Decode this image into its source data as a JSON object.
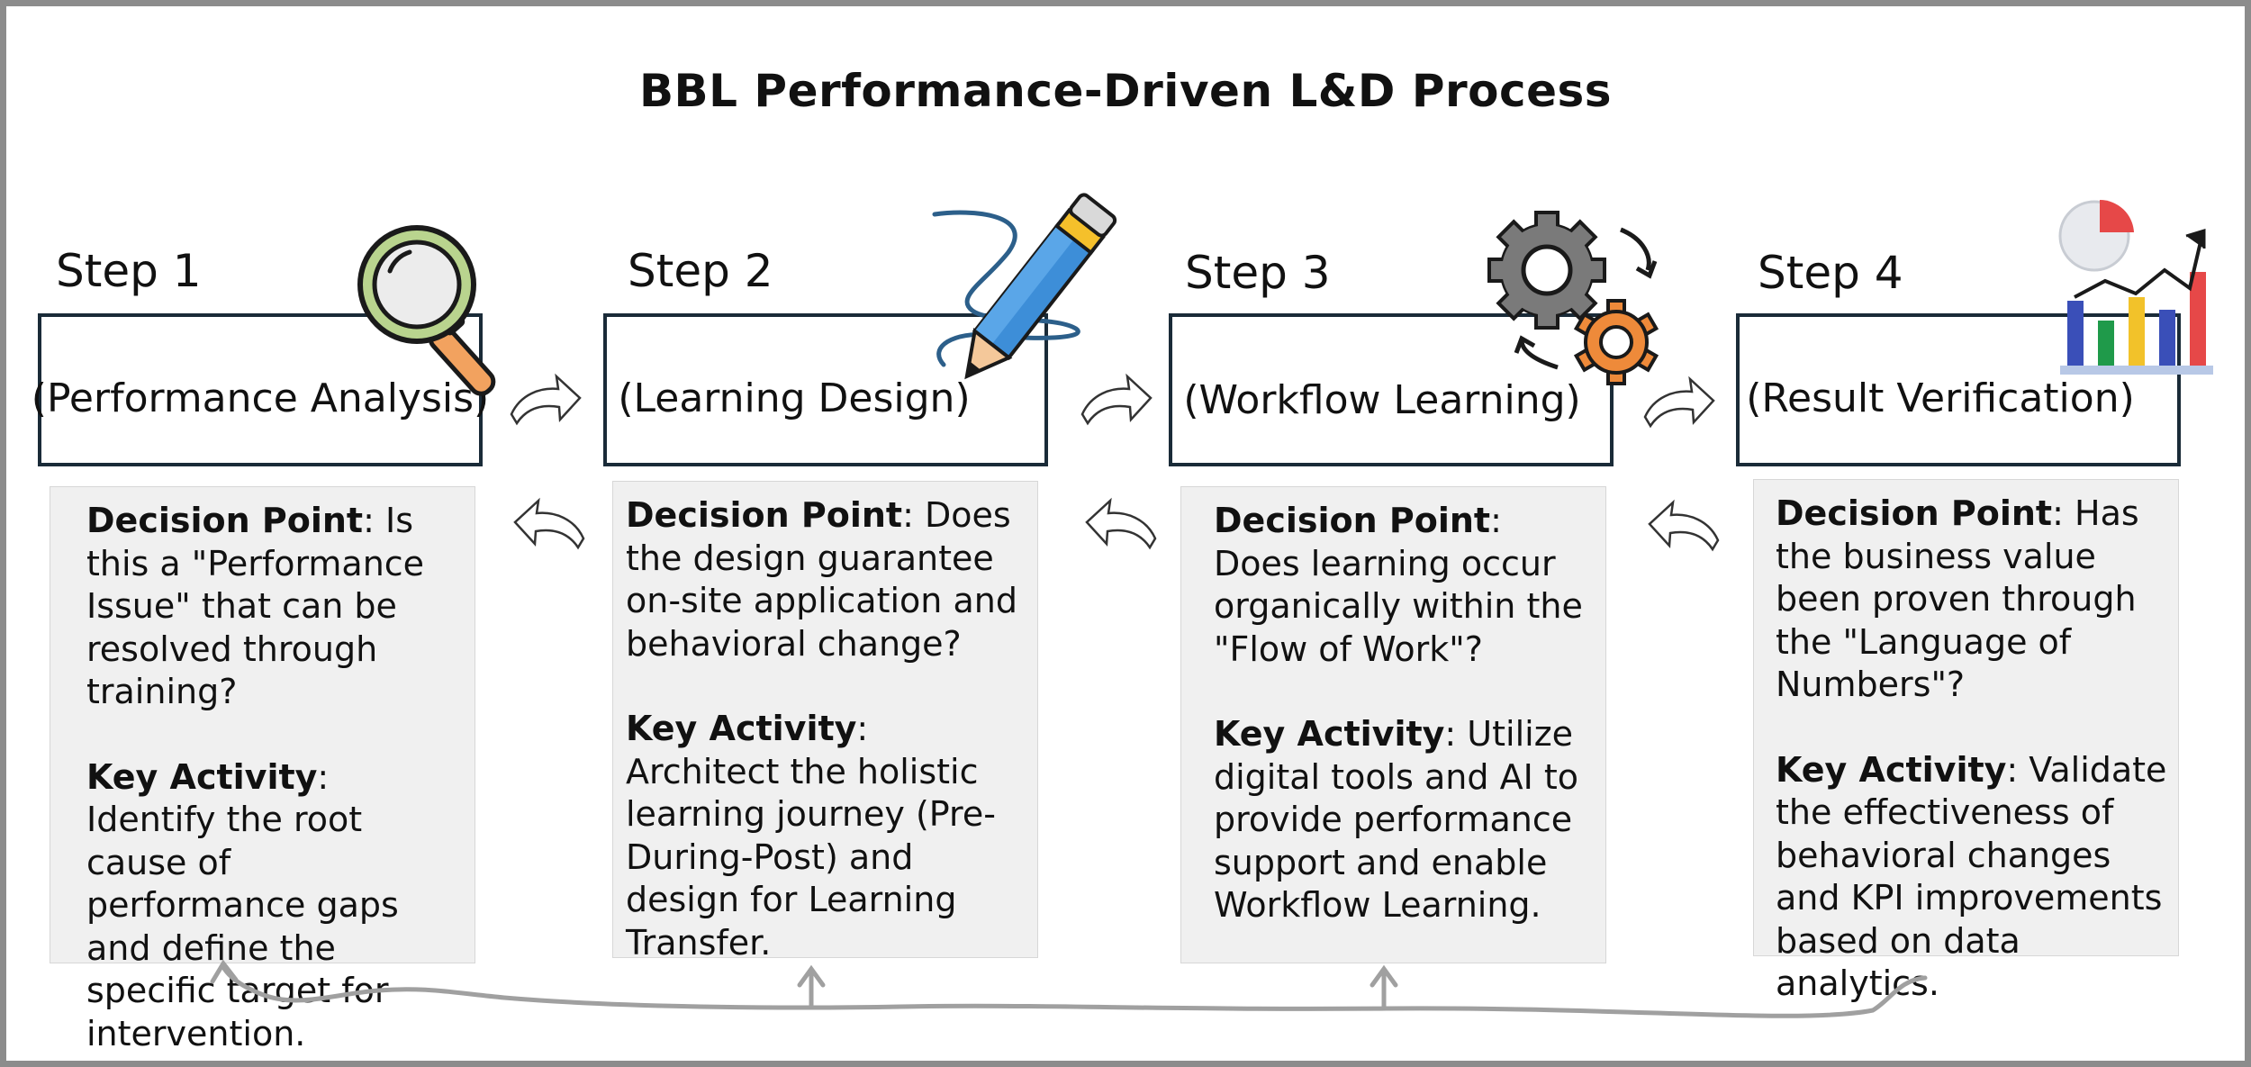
{
  "title": "BBL Performance-Driven L&D Process",
  "steps": [
    {
      "label": "Step 1",
      "name": "(Performance Analysis)",
      "decision_label": "Decision Point",
      "decision_text": ": Is this a \"Performance Issue\" that can be resolved through training?",
      "activity_label": "Key Activity",
      "activity_text": ": Identify the root cause of performance gaps and define the specific target for intervention.",
      "icon": "magnifying-glass-icon"
    },
    {
      "label": "Step 2",
      "name": "(Learning Design)",
      "decision_label": "Decision Point",
      "decision_text": ": Does the design guarantee on-site application and behavioral change?",
      "activity_label": "Key Activity",
      "activity_text": ":    Architect the holistic learning journey (Pre-During-Post) and design for Learning Transfer.",
      "icon": "pencil-icon"
    },
    {
      "label": "Step 3",
      "name": "(Workflow Learning)",
      "decision_label": "Decision Point",
      "decision_text": ": Does learning occur organically within the \"Flow of Work\"?",
      "activity_label": "Key Activity",
      "activity_text": ": Utilize digital tools and AI to provide performance support and enable Workflow Learning.",
      "icon": "gears-icon"
    },
    {
      "label": "Step 4",
      "name": "(Result Verification)",
      "decision_label": "Decision Point",
      "decision_text": ": Has the business value been proven through the \"Language of Numbers\"?",
      "activity_label": "Key Activity",
      "activity_text": ": Validate the effectiveness of behavioral changes and KPI improvements based on data analytics.",
      "icon": "bar-chart-icon"
    }
  ],
  "colors": {
    "box_border": "#1a2b38",
    "desc_background": "#f0f0f0",
    "frame": "#8c8c8c",
    "feedback_line": "#a0a0a0"
  }
}
